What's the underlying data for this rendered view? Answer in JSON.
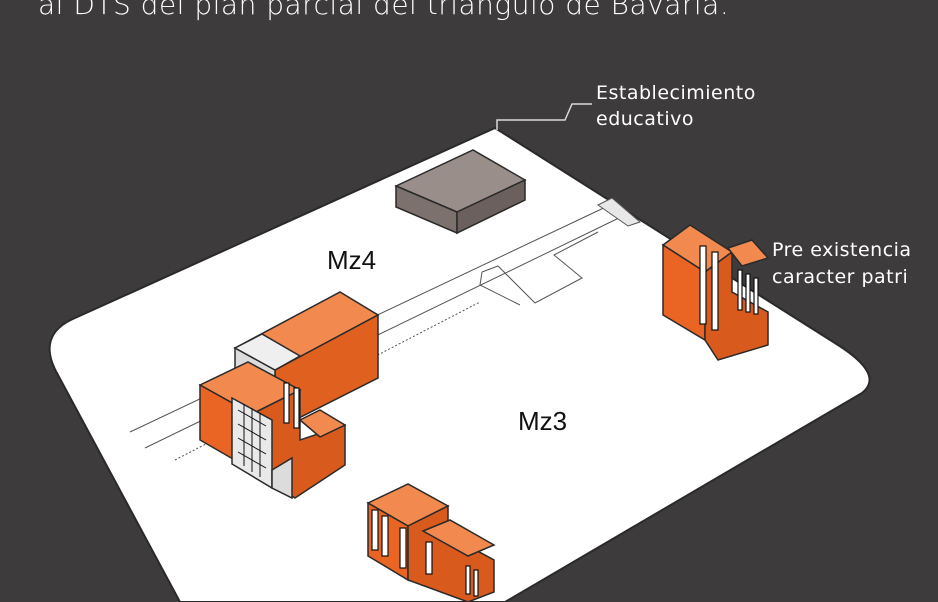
{
  "header": {
    "text": "al DTS del plan parcial del triángulo de Bavaria."
  },
  "zones": {
    "mz4": "Mz4",
    "mz3": "Mz3"
  },
  "callouts": {
    "school_line1": "Establecimiento",
    "school_line2": "educativo",
    "heritage_line1": "Pre existencia",
    "heritage_line2": "caracter patri"
  },
  "colors": {
    "background": "#3d3b3c",
    "ground": "#ffffff",
    "heritage_building": "#f06a24",
    "school_building": "#8a7d7a"
  },
  "icons": {
    "buildings": "isometric-building-icon"
  }
}
